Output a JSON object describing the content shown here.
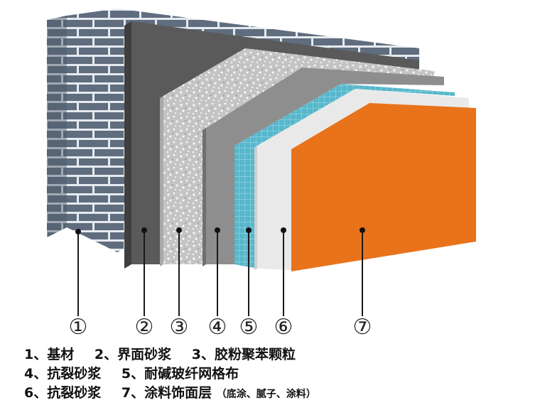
{
  "markers": [
    "①",
    "②",
    "③",
    "④",
    "⑤",
    "⑥",
    "⑦"
  ],
  "legend": {
    "line1": [
      "1、基材",
      "2、界面砂浆",
      "3、胶粉聚苯颗粒"
    ],
    "line2": [
      "4、抗裂砂浆",
      "5、耐碱玻纤网格布"
    ],
    "line3_items": [
      "6、抗裂砂浆",
      "7、涂料饰面层"
    ],
    "line3_note": "（底涂、腻子、涂料）"
  },
  "colors": {
    "brick": "#5f6d7e",
    "mortar": "#e6eaf0",
    "interface_mortar": "#5a5a5a",
    "insulation": "#c9c9c9",
    "anti_crack_mortar": "#8e8e8e",
    "mesh": "#4fb3c8",
    "finish_base": "#e9e9e9",
    "finish_coat": "#e8731a"
  }
}
